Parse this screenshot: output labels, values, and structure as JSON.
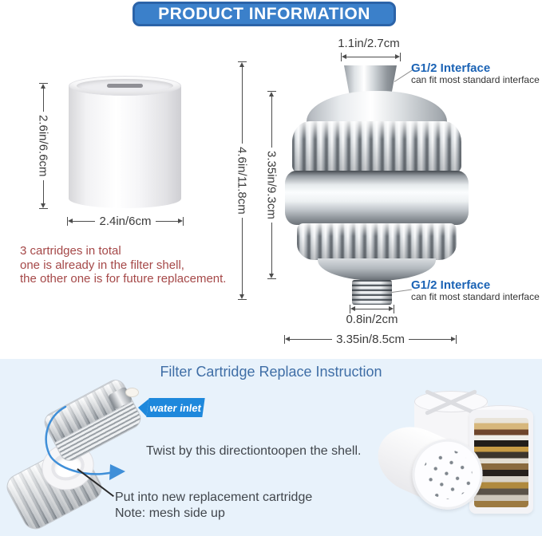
{
  "title": "PRODUCT INFORMATION",
  "colors": {
    "title_bg": "#3b80ca",
    "title_border": "#2b63a8",
    "interface_blue": "#1b63b5",
    "note_red": "#a54848",
    "instruction_bg": "#e8f2fb",
    "instruction_heading_blue": "#3f6ea6",
    "water_inlet_badge_blue": "#1e88dc",
    "twist_arrow_blue": "#3f8fd8"
  },
  "cartridge_figure": {
    "height_label": "2.6in/6.6cm",
    "width_label": "2.4in/6cm"
  },
  "note": {
    "lines": [
      "3 cartridges in total",
      "one is already in the filter shell,",
      "the other one is for future replacement."
    ]
  },
  "filter_figure": {
    "top_width_label": "1.1in/2.7cm",
    "total_height_label": "4.6in/11.8cm",
    "body_height_label": "3.35in/9.3cm",
    "thread_width_label": "0.8in/2cm",
    "body_width_label": "3.35in/8.5cm",
    "interface_top": {
      "title": "G1/2 Interface",
      "subtitle": "can fit most standard interface"
    },
    "interface_bottom": {
      "title": "G1/2 Interface",
      "subtitle": "can fit most standard interface"
    }
  },
  "instruction": {
    "heading": "Filter Cartridge Replace Instruction",
    "water_inlet_label": "water inlet",
    "twist_text": "Twist by this directiontoopen the shell.",
    "replace_line1": "Put into new replacement cartridge",
    "replace_line2": "Note: mesh side up"
  }
}
